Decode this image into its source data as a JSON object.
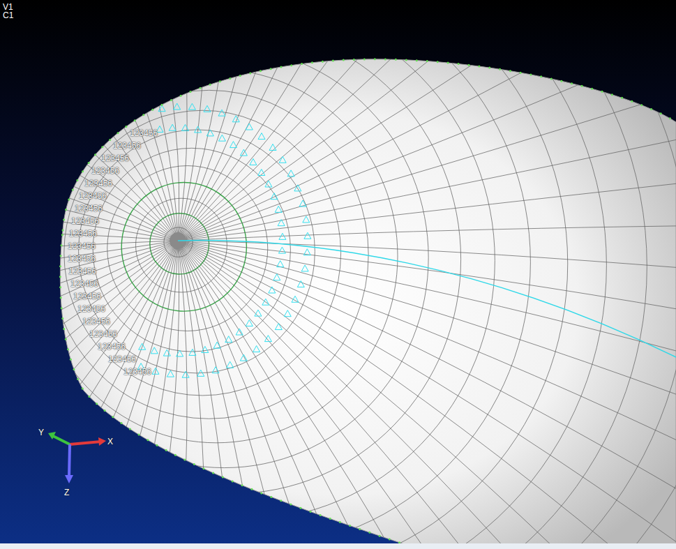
{
  "diagram": {
    "labels": [
      "V1",
      "C1",
      "123456",
      "123456",
      "123456",
      "123456",
      "123456",
      "123456",
      "123456",
      "123456",
      "123456",
      "123456",
      "123456",
      "123456",
      "123456",
      "123456",
      "123456",
      "123456",
      "123456",
      "123456",
      "123456",
      "123456",
      "Y",
      "X",
      "Z"
    ]
  }
}
